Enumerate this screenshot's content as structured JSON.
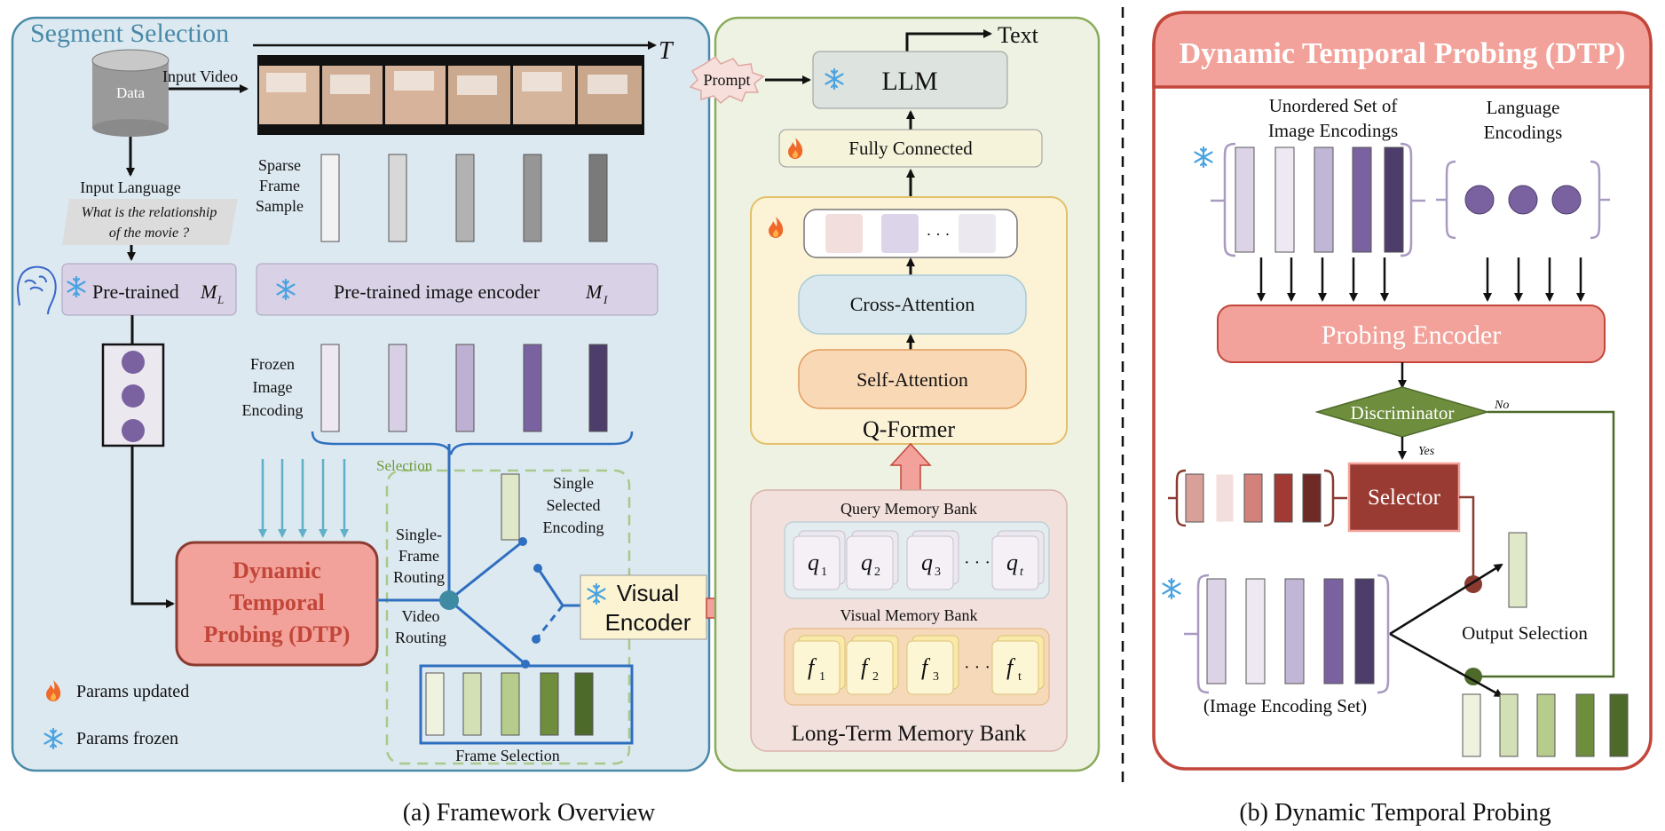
{
  "segment_selection": {
    "title": "Segment Selection",
    "data_label": "Data",
    "input_video": "Input Video",
    "time_axis": "T",
    "input_language": "Input Language",
    "question_line1": "What is the relationship",
    "question_line2": "of the movie ?",
    "sparse_line1": "Sparse",
    "sparse_line2": "Frame",
    "sparse_line3": "Sample",
    "pretrained_lang": "Pre-trained",
    "lang_symbol": "M",
    "lang_sub": "L",
    "pretrained_img": "Pre-trained  image encoder",
    "img_symbol": "M",
    "img_sub": "I",
    "frozen_line1": "Frozen",
    "frozen_line2": "Image",
    "frozen_line3": "Encoding",
    "selection": "Selection",
    "dtp_line1": "Dynamic",
    "dtp_line2": "Temporal",
    "dtp_line3": "Probing (DTP)",
    "single_frame_line1": "Single-",
    "single_frame_line2": "Frame",
    "single_frame_line3": "Routing",
    "video_routing_line1": "Video",
    "video_routing_line2": "Routing",
    "single_sel_line1": "Single",
    "single_sel_line2": "Selected",
    "single_sel_line3": "Encoding",
    "visual_enc_line1": "Visual",
    "visual_enc_line2": "Encoder",
    "frame_selection": "Frame Selection",
    "params_updated": "Params updated",
    "params_frozen": "Params frozen"
  },
  "framework": {
    "text_out": "Text",
    "prompt": "Prompt",
    "llm": "LLM",
    "fully_connected": "Fully Connected",
    "ellipsis": "· · ·",
    "cross_attention": "Cross-Attention",
    "self_attention": "Self-Attention",
    "qformer": "Q-Former",
    "query_bank": "Query Memory Bank",
    "visual_bank": "Visual Memory Bank",
    "long_term": "Long-Term Memory Bank",
    "q1": "q",
    "q2": "q",
    "q3": "q",
    "qt": "q",
    "f1": "f",
    "f2": "f",
    "f3": "f",
    "ft": "f",
    "s1": "1",
    "s2": "2",
    "s3": "3",
    "st": "t"
  },
  "dtp_panel": {
    "title": "Dynamic Temporal Probing (DTP)",
    "unordered_line1": "Unordered Set of",
    "unordered_line2": "Image Encodings",
    "lang_enc_line1": "Language",
    "lang_enc_line2": "Encodings",
    "probing_encoder": "Probing Encoder",
    "discriminator": "Discriminator",
    "no": "No",
    "yes": "Yes",
    "selector": "Selector",
    "output_selection": "Output Selection",
    "image_encoding_set": "(Image Encoding Set)"
  },
  "captions": {
    "left": "(a) Framework Overview",
    "right": "(b) Dynamic Temporal Probing"
  },
  "colors": {
    "segment_bg": "#dde9f1",
    "segment_border": "#4a8aa8",
    "framework_bg": "#eef2e2",
    "framework_border": "#8aab5a",
    "dtp_red": "#c2463a",
    "dtp_pink": "#f2a29a",
    "purple_dark": "#4d3d6a",
    "purple_mid": "#7a62a0",
    "green_dark": "#4e6a2a"
  }
}
